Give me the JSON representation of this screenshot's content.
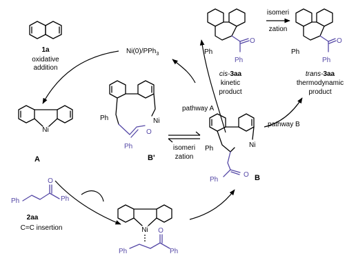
{
  "colors": {
    "ink": "#000000",
    "accent": "#5548a6"
  },
  "labels": {
    "biphenylene_id": "1a",
    "oxidative": "oxidative",
    "addition": "addition",
    "catalyst_ni": "Ni(0)/PPh",
    "catalyst_sub": "3",
    "A": "A",
    "ni": "Ni",
    "O": "O",
    "Ph": "Ph",
    "Bprime": "B'",
    "B": "B",
    "enone_id": "2aa",
    "cc_insertion": "C=C insertion",
    "isomeri": "isomeri",
    "zation": "zation",
    "pathway_a": "pathway A",
    "pathway_b": "pathway B",
    "cis_prefix": "cis-",
    "cis_id": "3aa",
    "kinetic": "kinetic",
    "product": "product",
    "trans_prefix": "trans-",
    "trans_id": "3aa",
    "thermodynamic": "thermodynamic",
    "O_carbonyl": "O"
  }
}
